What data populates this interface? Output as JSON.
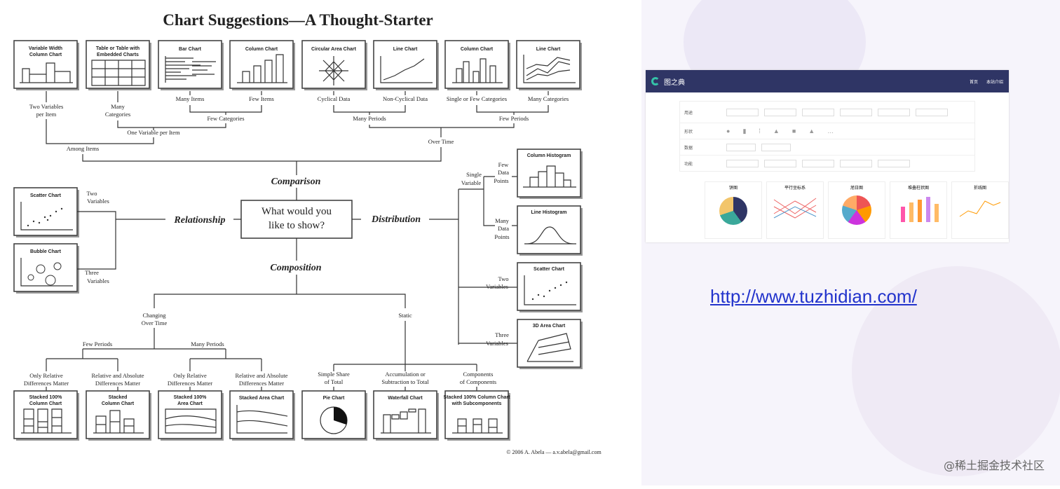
{
  "diagram": {
    "title": "Chart Suggestions—A Thought-Starter",
    "center": [
      "What would you",
      "like to show?"
    ],
    "branches": {
      "comparison": "Comparison",
      "relationship": "Relationship",
      "distribution": "Distribution",
      "composition": "Composition"
    },
    "labels": {
      "two_vars_per_item": [
        "Two Variables",
        "per Item"
      ],
      "many_categories": [
        "Many",
        "Categories"
      ],
      "many_items": "Many Items",
      "few_items": "Few Items",
      "cyclical": "Cyclical Data",
      "non_cyclical": "Non-Cyclical Data",
      "single_few_cat": "Single or Few Categories",
      "many_cat": "Many Categories",
      "few_categories": "Few Categories",
      "many_periods": "Many Periods",
      "few_periods": "Few Periods",
      "one_var_per_item": "One Variable per Item",
      "among_items": "Among Items",
      "over_time": "Over Time",
      "two_variables": [
        "Two",
        "Variables"
      ],
      "three_variables": [
        "Three",
        "Variables"
      ],
      "single_variable": [
        "Single",
        "Variable"
      ],
      "few_data_points": [
        "Few",
        "Data",
        "Points"
      ],
      "many_data_points": [
        "Many",
        "Data",
        "Points"
      ],
      "dist_two_vars": [
        "Two",
        "Variables"
      ],
      "dist_three_vars": [
        "Three",
        "Variables"
      ],
      "changing": [
        "Changing",
        "Over Time"
      ],
      "static": "Static",
      "comp_few_periods": "Few Periods",
      "comp_many_periods": "Many Periods",
      "only_rel_1": [
        "Only Relative",
        "Differences Matter"
      ],
      "rel_abs_1": [
        "Relative and Absolute",
        "Differences Matter"
      ],
      "only_rel_2": [
        "Only Relative",
        "Differences Matter"
      ],
      "rel_abs_2": [
        "Relative and Absolute",
        "Differences Matter"
      ],
      "simple_share": [
        "Simple Share",
        "of Total"
      ],
      "accumulation": [
        "Accumulation or",
        "Subtraction to Total"
      ],
      "components": [
        "Components",
        "of Components"
      ],
      "copyright": "© 2006  A. Abela — a.v.abela@gmail.com"
    },
    "charts": {
      "variable_width": [
        "Variable Width",
        "Column Chart"
      ],
      "table_embedded": [
        "Table or Table with",
        "Embedded Charts"
      ],
      "bar_chart": "Bar Chart",
      "column_chart": "Column Chart",
      "circular_area": "Circular Area Chart",
      "line_chart": "Line Chart",
      "column_chart_2": "Column Chart",
      "line_chart_2": "Line Chart",
      "column_histogram": "Column Histogram",
      "line_histogram": "Line Histogram",
      "scatter_chart_dist": "Scatter Chart",
      "area_3d": "3D Area Chart",
      "scatter_chart": "Scatter Chart",
      "bubble_chart": "Bubble Chart",
      "stacked_100_column": [
        "Stacked 100%",
        "Column Chart"
      ],
      "stacked_column": [
        "Stacked",
        "Column Chart"
      ],
      "stacked_100_area": [
        "Stacked 100%",
        "Area Chart"
      ],
      "stacked_area": "Stacked Area Chart",
      "pie_chart": "Pie Chart",
      "waterfall": "Waterfall Chart",
      "stacked_100_sub": [
        "Stacked 100% Column Chart",
        "with Subcomponents"
      ]
    }
  },
  "right": {
    "url": "http://www.tuzhidian.com/",
    "watermark": "@稀土掘金技术社区",
    "site": {
      "logo": "图之典",
      "nav": [
        "首页",
        "本站介绍"
      ],
      "filter_rows": [
        "用途",
        "形状",
        "数据",
        "功能"
      ],
      "cards": [
        "饼图",
        "平行坐标系",
        "旭日图",
        "堆叠柱状图",
        "折线图"
      ]
    }
  },
  "colors": {
    "navy": "#2f3565",
    "link": "#2233cc"
  }
}
